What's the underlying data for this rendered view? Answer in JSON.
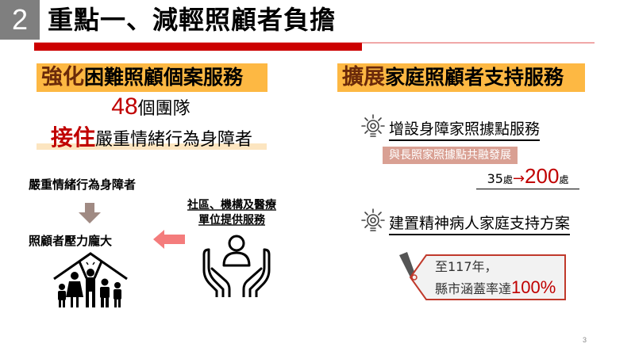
{
  "slide": {
    "section_number": "2",
    "title": "重點一、減輕照顧者負擔",
    "page_number": "3"
  },
  "left": {
    "header_accent": "強化",
    "header_rest": "困難照顧個案服務",
    "teams_count": "48",
    "teams_label": "個團隊",
    "serve_accent": "接住",
    "serve_rest": "嚴重情緒行為身障者",
    "diagram": {
      "top_label": "嚴重情緒行為身障者",
      "bottom_label": "照顧者壓力龐大",
      "service_line1": "社區、機構及醫療",
      "service_line2": "單位提供服務"
    }
  },
  "right": {
    "header_accent": "擴展",
    "header_rest": "家庭照顧者支持服務",
    "item1": {
      "title": "增設身障家照據點服務",
      "tag": "與長照家照據點共融發展",
      "from_count": "35",
      "from_unit": "處",
      "arrow": "→",
      "to_count": "200",
      "to_unit": "處"
    },
    "item2": {
      "title": "建置精神病人家庭支持方案",
      "goal_line1": "至117年，",
      "goal_line2": "縣市涵蓋率達",
      "goal_pct": "100%"
    }
  },
  "colors": {
    "accent_red": "#c00000",
    "header_orange": "#fdb843",
    "badge_gray": "#7f7f7f",
    "tag_pink": "#d9a093",
    "arrow_pink": "#f47c7c",
    "arrow_brown": "#a08a83"
  }
}
